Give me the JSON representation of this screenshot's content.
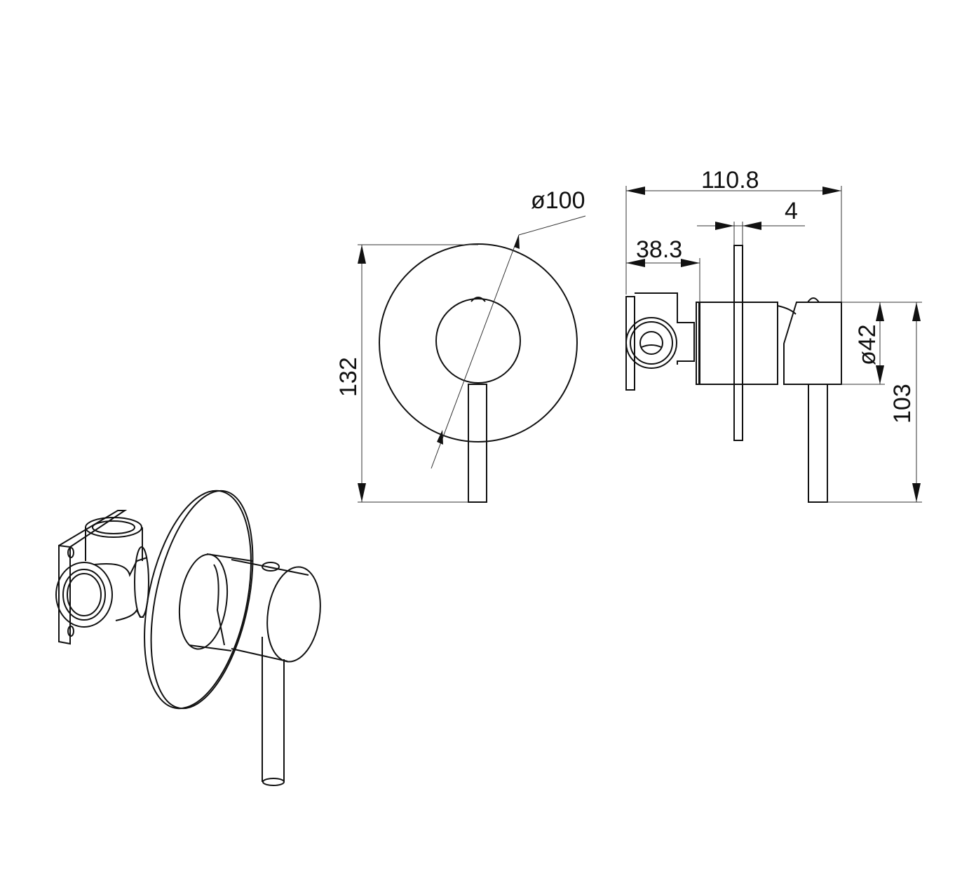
{
  "drawing": {
    "front_view": {
      "diameter_label": "ø100",
      "height_label": "132"
    },
    "side_view": {
      "overall_depth_label": "110.8",
      "plate_thickness_label": "4",
      "body_depth_label": "38.3",
      "handle_diameter_label": "ø42",
      "lever_height_label": "103"
    }
  }
}
